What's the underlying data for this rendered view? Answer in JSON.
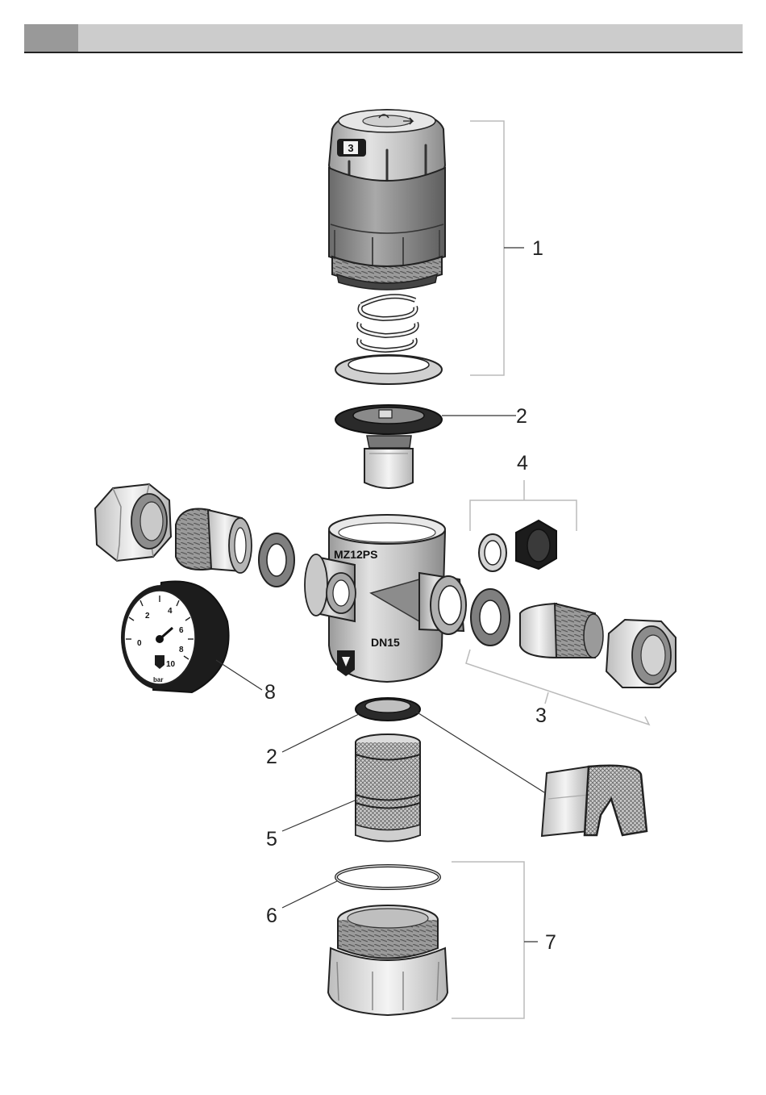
{
  "colors": {
    "header_block": "#999999",
    "header_bar": "#cccccc",
    "rule": "#222222",
    "body_light": "#d4d4d4",
    "body_mid": "#a8a8a8",
    "body_dark": "#7a7a7a",
    "part_black": "#1c1c1c",
    "outline": "#222222"
  },
  "diagram": {
    "callouts": [
      "1",
      "2",
      "4",
      "8",
      "3",
      "2",
      "5",
      "6",
      "7"
    ],
    "valve_markings": {
      "model": "MZ12PS",
      "size": "DN15",
      "setting": "3"
    },
    "gauge_labels": [
      "2",
      "4",
      "6",
      "8",
      "10"
    ],
    "gauge_unit": "bar",
    "gauge_zero": "0"
  }
}
